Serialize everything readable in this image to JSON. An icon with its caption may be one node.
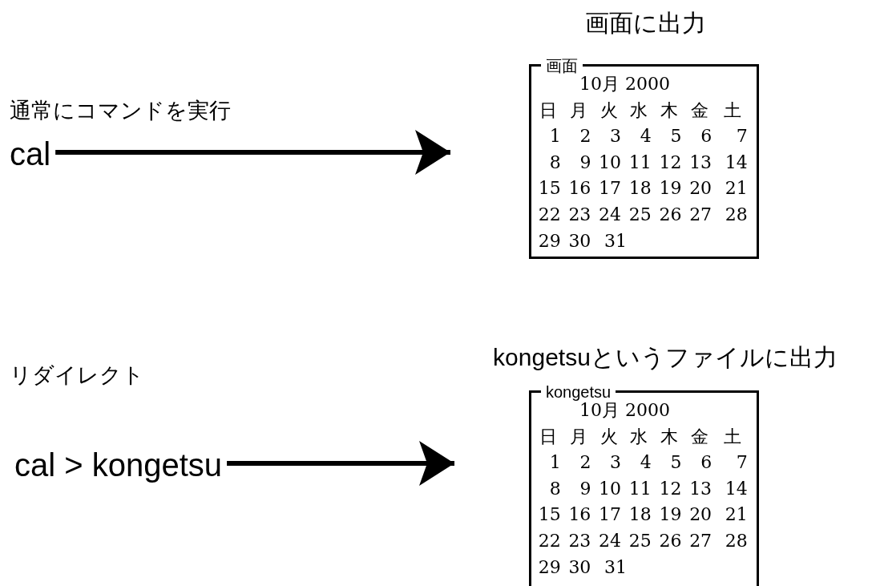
{
  "diagram": {
    "nodes": [
      {
        "text": [
          "cal"
        ],
        "beside": [
          "通常にコマンドを実行"
        ]
      },
      {
        "text": [
          "画面に出力",
          "画面",
          "10月 2000",
          "日 月 火 水 木 金 土",
          "1 2 3 4 5 6 7",
          "8 9 10 11 12 13 14",
          "15 16 17 18 19 20 21",
          "22 23 24 25 26 27 28",
          "29 30 31"
        ]
      },
      {
        "text": [
          "cal > kongetsu"
        ],
        "beside": [
          "リダイレクト"
        ]
      },
      {
        "text": [
          "kongetsuというファイルに出力",
          "kongetsu",
          "10月 2000",
          "日 月 火 水 木 金 土",
          "1 2 3 4 5 6 7",
          "8 9 10 11 12 13 14",
          "15 16 17 18 19 20 21",
          "22 23 24 25 26 27 28",
          "29 30 31"
        ]
      }
    ],
    "edges": [
      {
        "from": 0,
        "to": 1,
        "arrow": "to"
      },
      {
        "from": 2,
        "to": 3,
        "arrow": "to"
      }
    ]
  }
}
